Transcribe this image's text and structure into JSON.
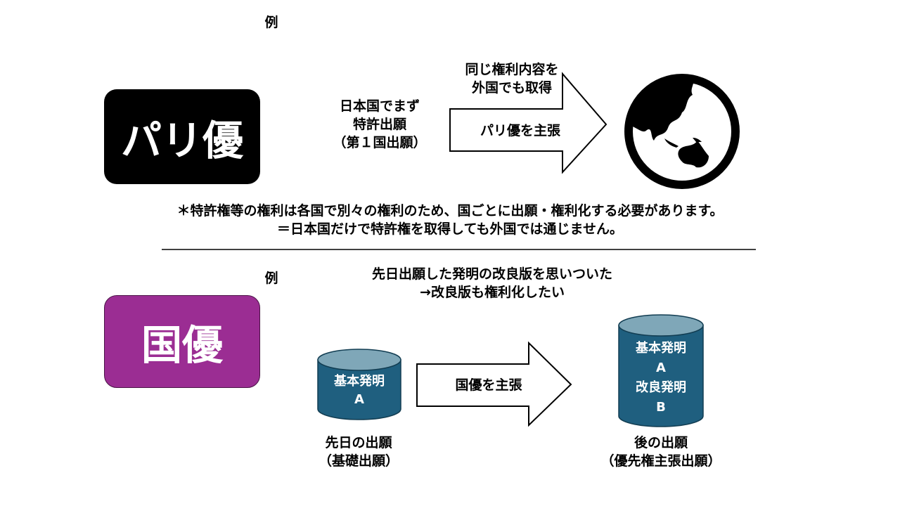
{
  "paris": {
    "example": "例",
    "badge": "パリ優",
    "first_filing": [
      "日本国でまず",
      "特許出願",
      "（第１国出願）"
    ],
    "arrow_caption": [
      "同じ権利内容を",
      "外国でも取得"
    ],
    "arrow_label": "パリ優を主張",
    "globe_icon": "globe-asia-icon",
    "notes": [
      "＊特許権等の権利は各国で別々の権利のため、国ごとに出願・権利化する必要があります。",
      "＝日本国だけで特許権を取得しても外国では通じません。"
    ]
  },
  "domestic": {
    "example": "例",
    "badge": "国優",
    "scenario": [
      "先日出願した発明の改良版を思いついた",
      "→改良版も権利化したい"
    ],
    "arrow_label": "国優を主張",
    "base_cylinder": [
      "基本発明",
      "A"
    ],
    "later_cylinder": [
      "基本発明",
      "A",
      "改良発明",
      "B"
    ],
    "base_caption": [
      "先日の出願",
      "（基礎出願）"
    ],
    "later_caption": [
      "後の出願",
      "（優先権主張出願）"
    ]
  },
  "colors": {
    "paris_badge": "#000000",
    "domestic_badge": "#9B2D93",
    "cylinder_body": "#1F5F7F",
    "cylinder_top": "#7FA7B8"
  }
}
